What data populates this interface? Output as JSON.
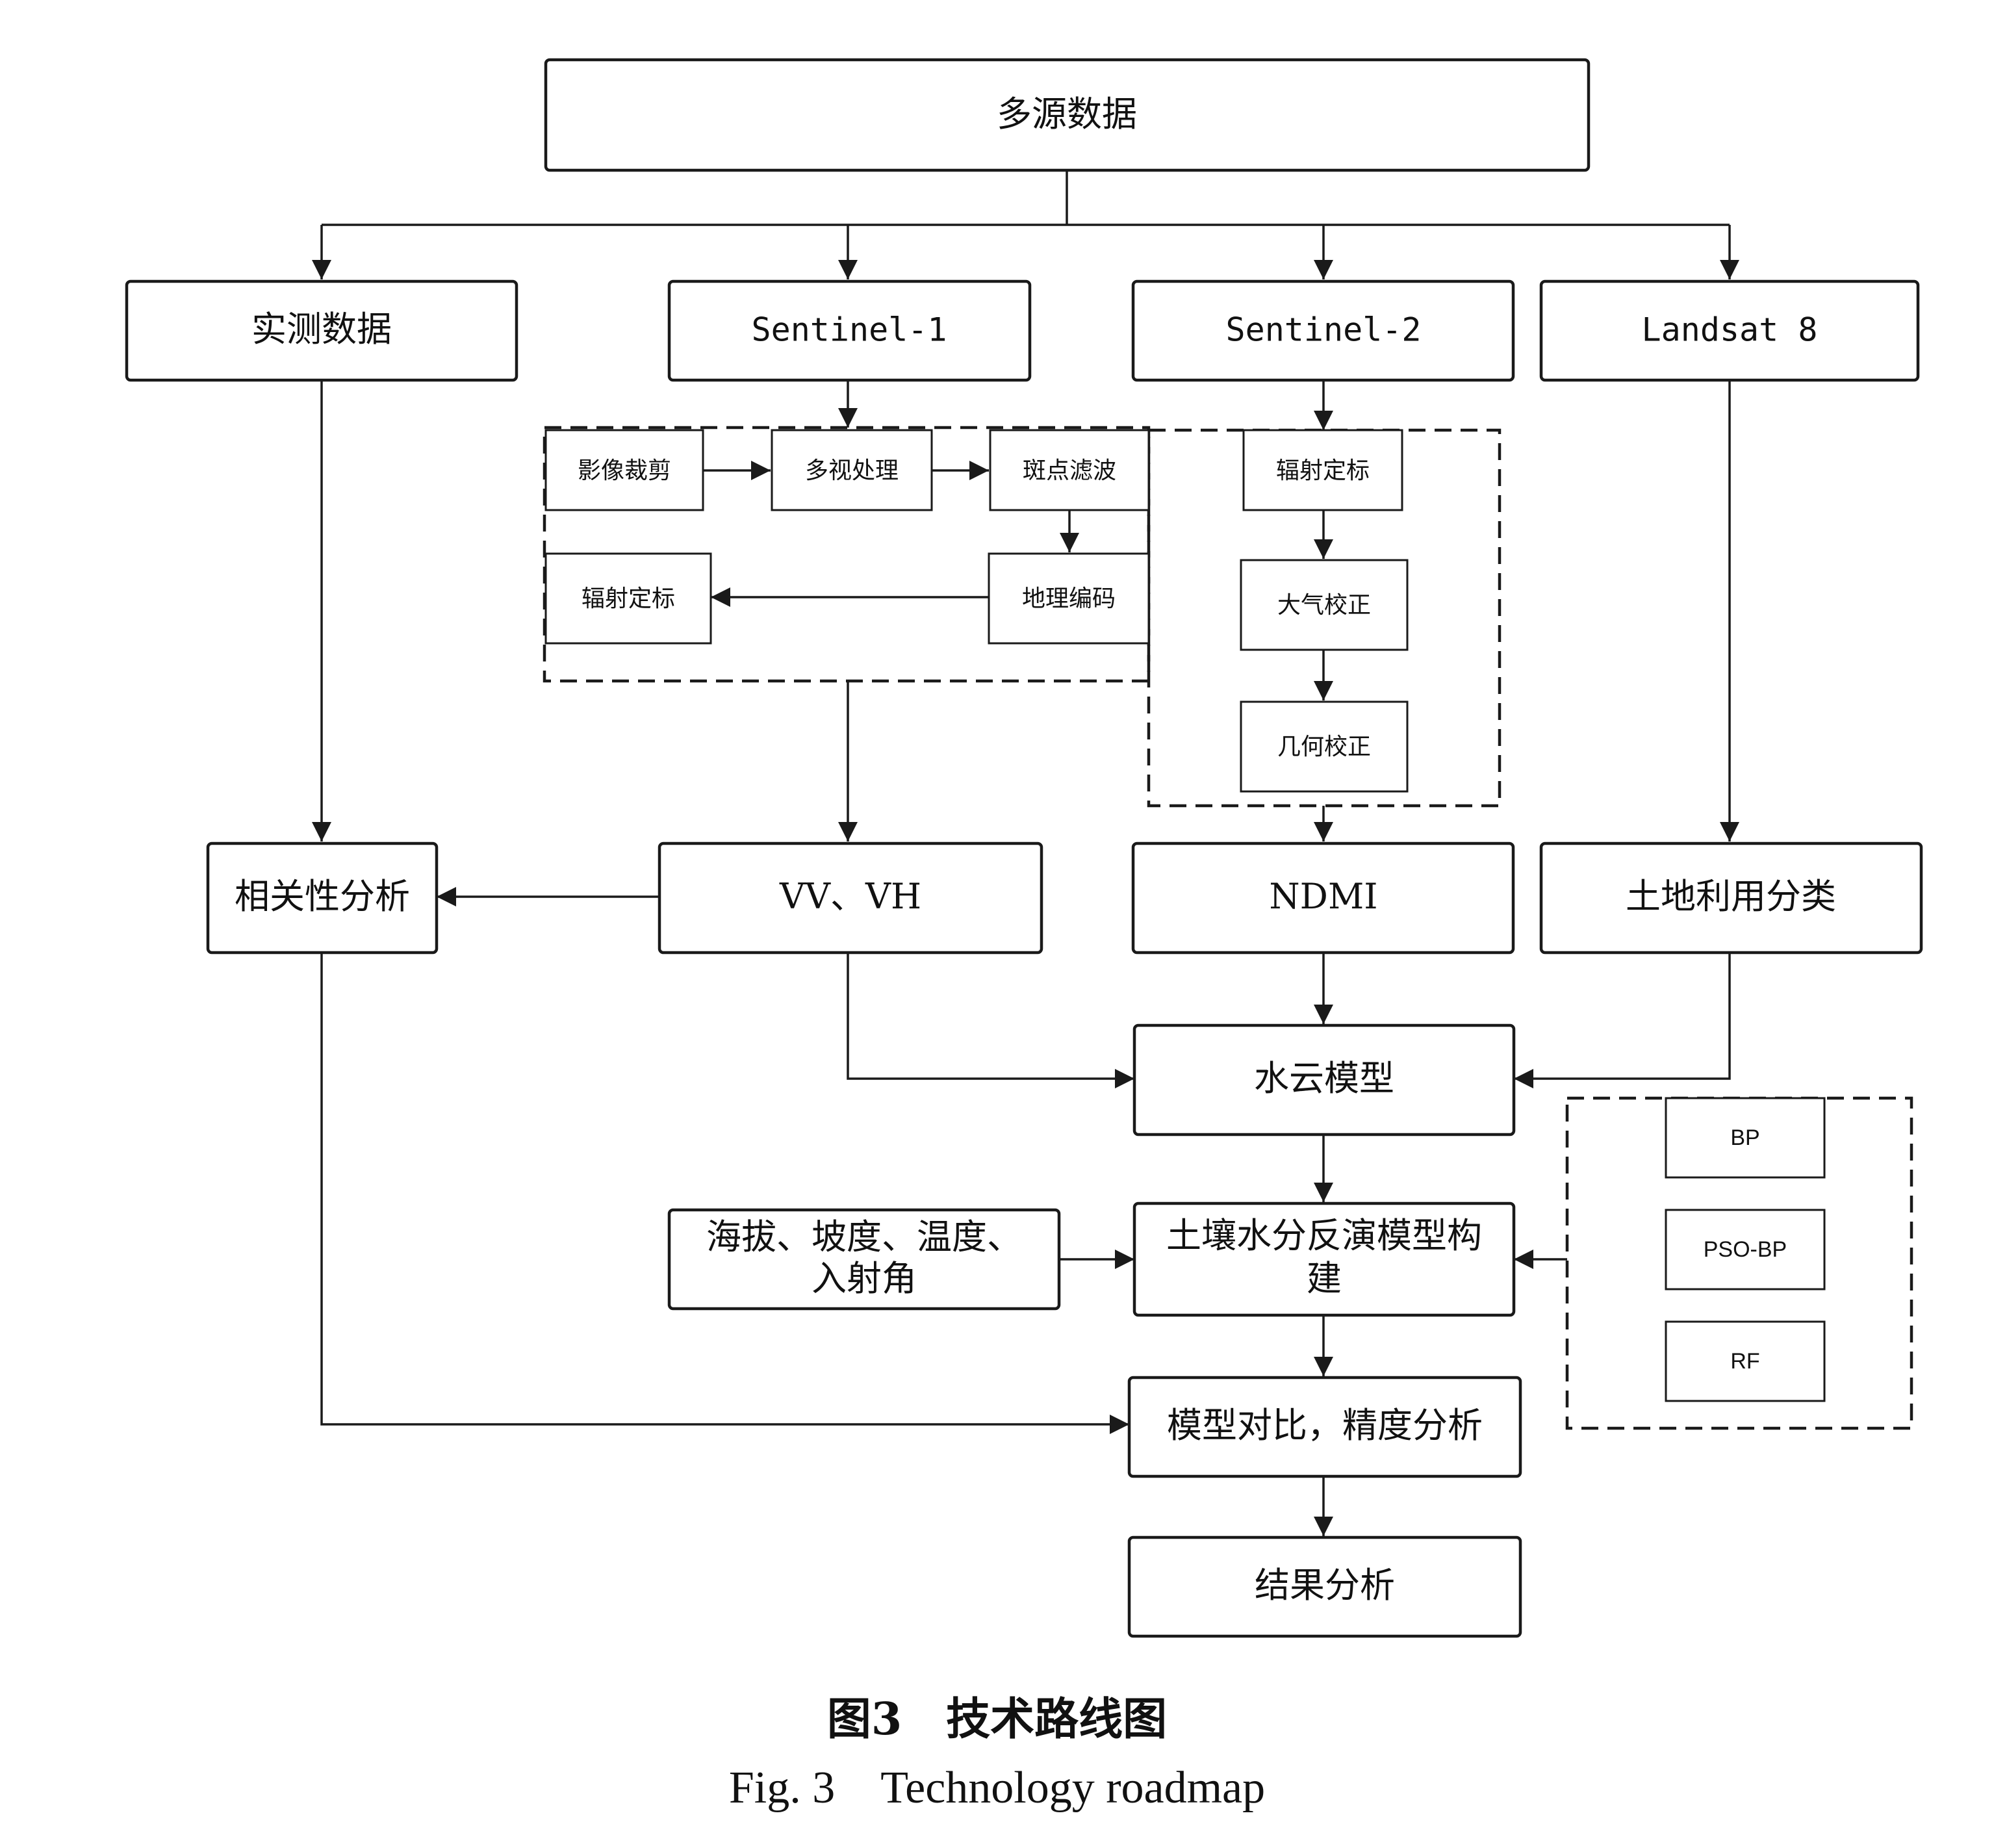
{
  "nodes": {
    "multi_source": "多源数据",
    "field": "实测数据",
    "s1": "Sentinel-1",
    "s2": "Sentinel-2",
    "l8": "Landsat 8",
    "crop": "影像裁剪",
    "multilook": "多视处理",
    "speckle": "斑点滤波",
    "geocode": "地理编码",
    "radcal1": "辐射定标",
    "radcal2": "辐射定标",
    "atmos": "大气校正",
    "geom": "几何校正",
    "corr": "相关性分析",
    "vvvh": "VV、VH",
    "ndmi": "NDMI",
    "landuse": "土地利用分类",
    "wcm": "水云模型",
    "aux_line1": "海拔、坡度、温度、",
    "aux_line2": "入射角",
    "build_line1": "土壤水分反演模型构",
    "build_line2": "建",
    "bp": "BP",
    "psobp": "PSO-BP",
    "rf": "RF",
    "compare": "模型对比，精度分析",
    "result": "结果分析"
  },
  "caption": {
    "zh": "图3　技术路线图",
    "en": "Fig. 3　Technology roadmap"
  }
}
